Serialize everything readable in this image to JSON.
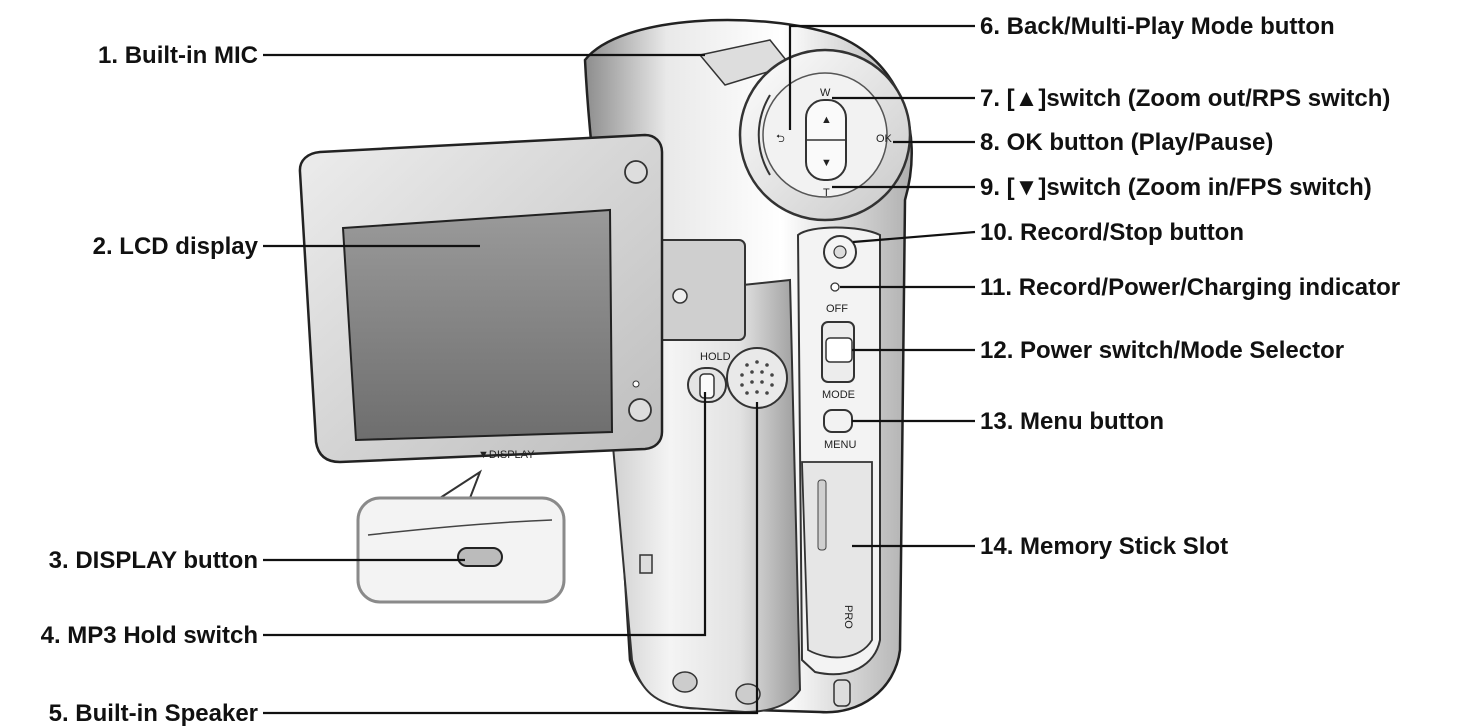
{
  "callouts": {
    "left": [
      "1. Built-in MIC",
      "2. LCD display",
      "3. DISPLAY button",
      "4. MP3 Hold switch",
      "5. Built-in Speaker"
    ],
    "right": [
      "6. Back/Multi-Play Mode button",
      "7. [▲]switch (Zoom out/RPS switch)",
      "8. OK button (Play/Pause)",
      "9. [▼]switch (Zoom in/FPS switch)",
      "10. Record/Stop button",
      "11. Record/Power/Charging indicator",
      "12. Power switch/Mode Selector",
      "13. Menu button",
      "14. Memory Stick Slot"
    ]
  },
  "device_labels": {
    "display": "▼DISPLAY",
    "hold": "HOLD",
    "w": "W",
    "t": "T",
    "ok": "OK",
    "off": "OFF",
    "mode": "MODE",
    "menu": "MENU",
    "pro": "PRO"
  }
}
